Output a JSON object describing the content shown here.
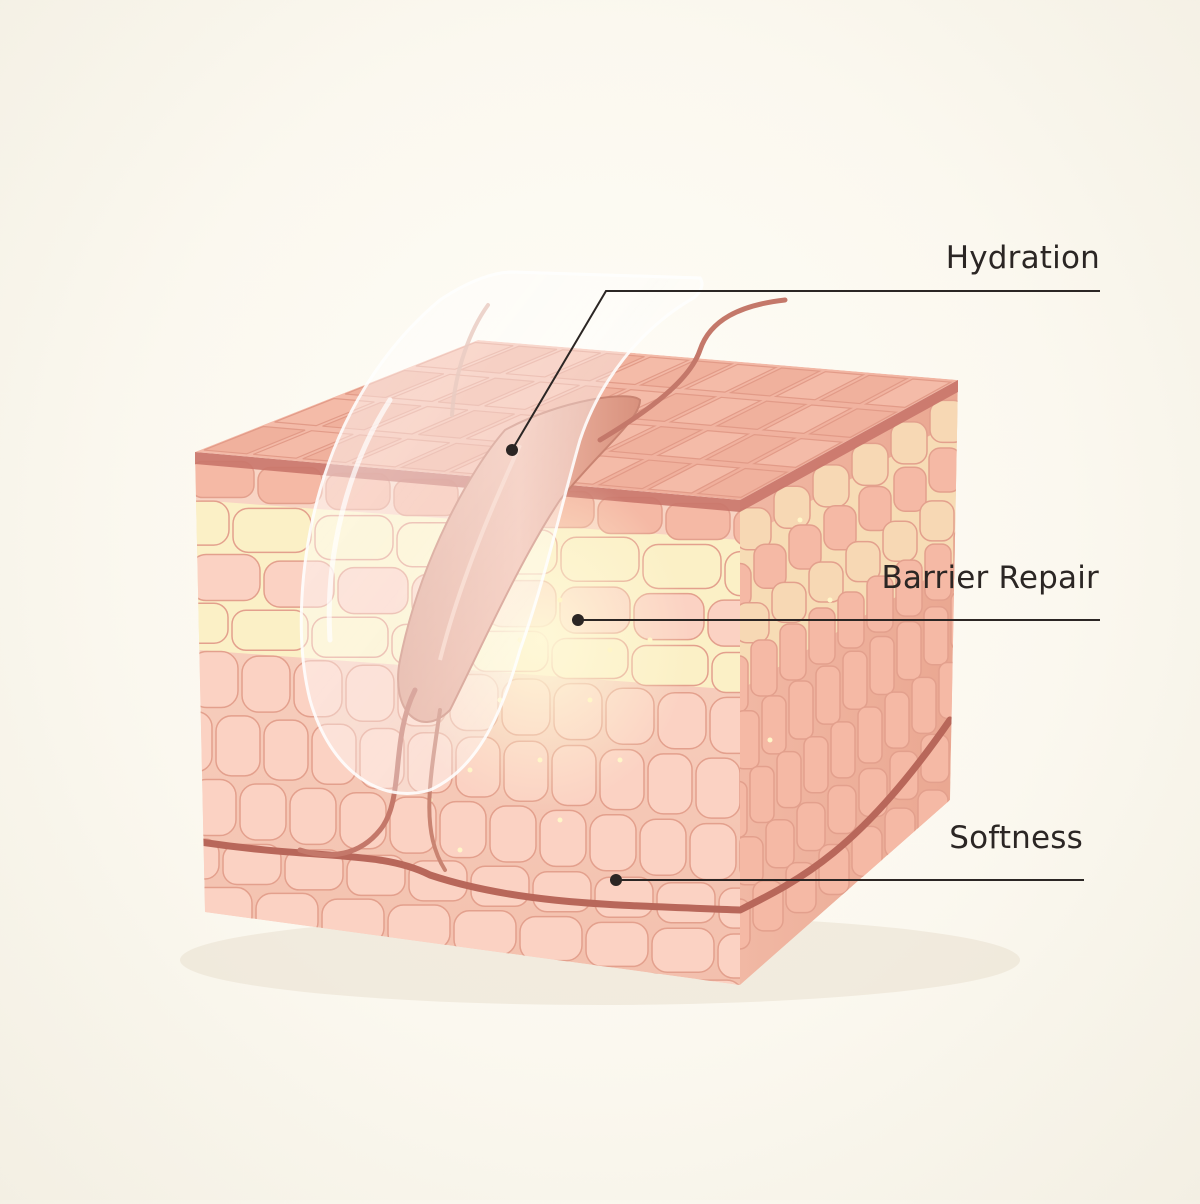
{
  "callouts": [
    {
      "key": "hydration",
      "label": "Hydration"
    },
    {
      "key": "barrier",
      "label": "Barrier Repair"
    },
    {
      "key": "softness",
      "label": "Softness"
    }
  ],
  "colors": {
    "background": "#fbf8ef",
    "skin_surface": "#eea896",
    "skin_surface_edge": "#c9756a",
    "cell_light": "#fbd2c3",
    "cell_mid": "#f5b9a5",
    "cell_outline": "#e3a08d",
    "fatty_layer": "#fbf0c6",
    "vessel": "#b8675a",
    "hair_shaft": "#e7a995",
    "patch_film": "#ffffff",
    "callout_line": "#2b2624"
  },
  "icons": [
    "skin-cross-section-block",
    "hydrogel-patch",
    "hair-follicle",
    "dermal-vessel"
  ]
}
